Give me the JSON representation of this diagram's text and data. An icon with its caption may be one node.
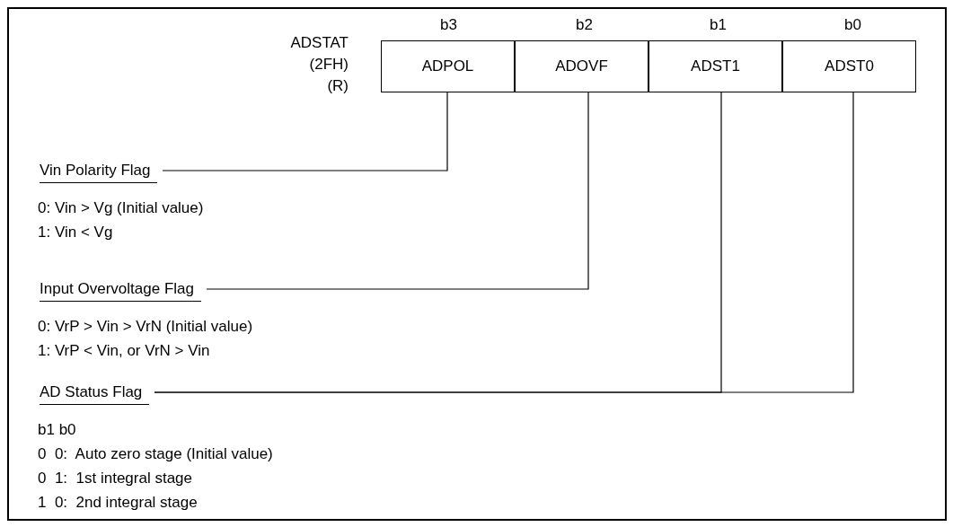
{
  "diagram": {
    "nodes": [
      {
        "text": [
          "ADPOL"
        ]
      },
      {
        "text": [
          "ADOVF"
        ]
      },
      {
        "text": [
          "ADST1"
        ]
      },
      {
        "text": [
          "ADST0"
        ]
      },
      {
        "text": [
          "Vin Polarity Flag"
        ],
        "beside": [
          "0: Vin > Vg (Initial value)",
          "1: Vin < Vg"
        ]
      },
      {
        "text": [
          "Input Overvoltage Flag"
        ],
        "beside": [
          "0: VrP > Vin > VrN (Initial value)",
          "1: VrP < Vin, or VrN > Vin"
        ]
      },
      {
        "text": [
          "AD Status Flag"
        ],
        "beside": [
          "b1 b0",
          "0  0:  Auto zero stage (Initial value)",
          "0  1:  1st integral stage",
          "1  0:  2nd integral stage"
        ]
      }
    ],
    "edges": [
      {
        "from": 0,
        "to": 4,
        "arrow": "none"
      },
      {
        "from": 1,
        "to": 5,
        "arrow": "none"
      },
      {
        "from": 2,
        "to": 6,
        "arrow": "none"
      },
      {
        "from": 3,
        "to": 6,
        "arrow": "none"
      }
    ],
    "labels": [
      "b3",
      "b2",
      "b1",
      "b0",
      "ADSTAT (2FH) (R)"
    ]
  }
}
